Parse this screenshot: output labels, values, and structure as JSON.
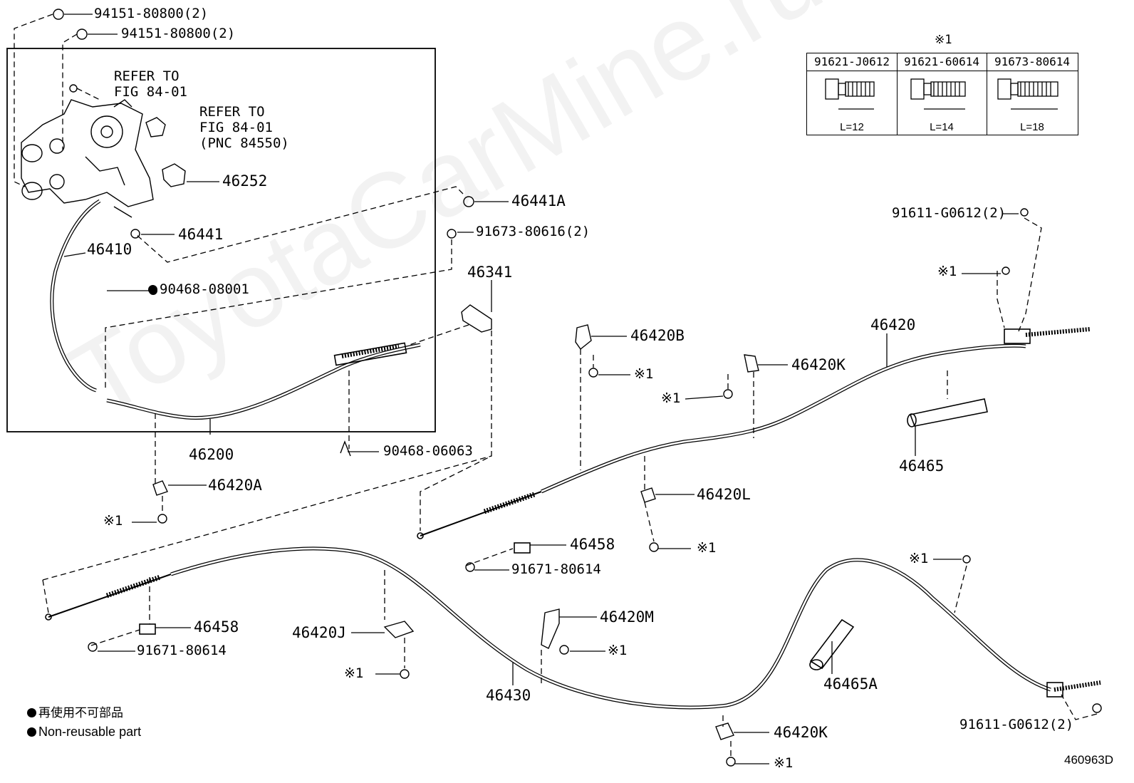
{
  "diagram_id": "460963D",
  "legend": {
    "jp": "再使用不可部品",
    "en": "Non-reusable part"
  },
  "note_mark": "※1",
  "note_table": {
    "mark": "※1",
    "columns": [
      {
        "part": "91621-J0612",
        "length": "L=12"
      },
      {
        "part": "91621-60614",
        "length": "L=14"
      },
      {
        "part": "91673-80614",
        "length": "L=18"
      }
    ]
  },
  "refs": {
    "ref1_line1": "REFER TO",
    "ref1_line2": "FIG 84-01",
    "ref2_line1": "REFER TO",
    "ref2_line2": "FIG 84-01",
    "ref2_line3": "(PNC 84550)"
  },
  "labels": {
    "nut_a": "94151-80800(2)",
    "nut_b": "94151-80800(2)",
    "p46252": "46252",
    "p46441": "46441",
    "p46441A": "46441A",
    "p46410": "46410",
    "p90468_08001": "90468-08001",
    "p91673_80616": "91673-80616(2)",
    "p46341": "46341",
    "p46200": "46200",
    "p90468_06063": "90468-06063",
    "p46420A": "46420A",
    "p46420B": "46420B",
    "p46420K_top": "46420K",
    "p46420": "46420",
    "p91611_top": "91611-G0612(2)",
    "p46465": "46465",
    "p46420L": "46420L",
    "p46458_a": "46458",
    "p91671_a": "91671-80614",
    "p46458_b": "46458",
    "p91671_b": "91671-80614",
    "p46420J": "46420J",
    "p46420M": "46420M",
    "p46430": "46430",
    "p46465A": "46465A",
    "p46420K_bot": "46420K",
    "p91611_bot": "91611-G0612(2)"
  },
  "watermark": "ToyotaCarMine.ru"
}
